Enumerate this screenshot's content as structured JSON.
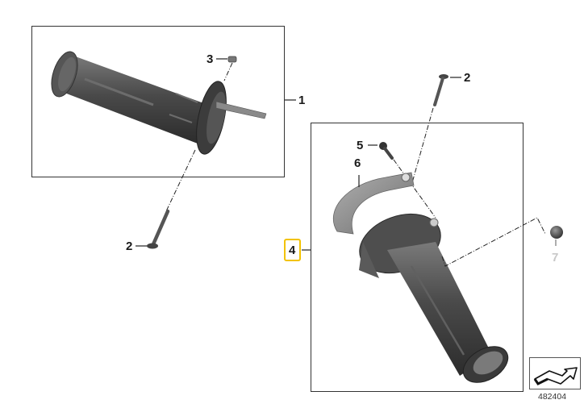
{
  "diagram": {
    "type": "exploded parts diagram",
    "subject": "handlebar grips / throttle grip assembly",
    "reference_number": "482404",
    "highlight_color": "#f2c200",
    "callouts": [
      {
        "id": "1",
        "label": "1",
        "part": "left handlebar grip assembly"
      },
      {
        "id": "2a",
        "label": "2",
        "part": "screw (lower, left grip)"
      },
      {
        "id": "2b",
        "label": "2",
        "part": "screw (upper, throttle grip)"
      },
      {
        "id": "3",
        "label": "3",
        "part": "plug / nut"
      },
      {
        "id": "4",
        "label": "4",
        "part": "throttle grip assembly",
        "highlighted": true
      },
      {
        "id": "5",
        "label": "5",
        "part": "socket head screw"
      },
      {
        "id": "6",
        "label": "6",
        "part": "housing cover"
      },
      {
        "id": "7",
        "label": "7",
        "part": "bar end cap",
        "greyed": true
      }
    ],
    "nav_icon": "next-page-arrow-icon"
  }
}
